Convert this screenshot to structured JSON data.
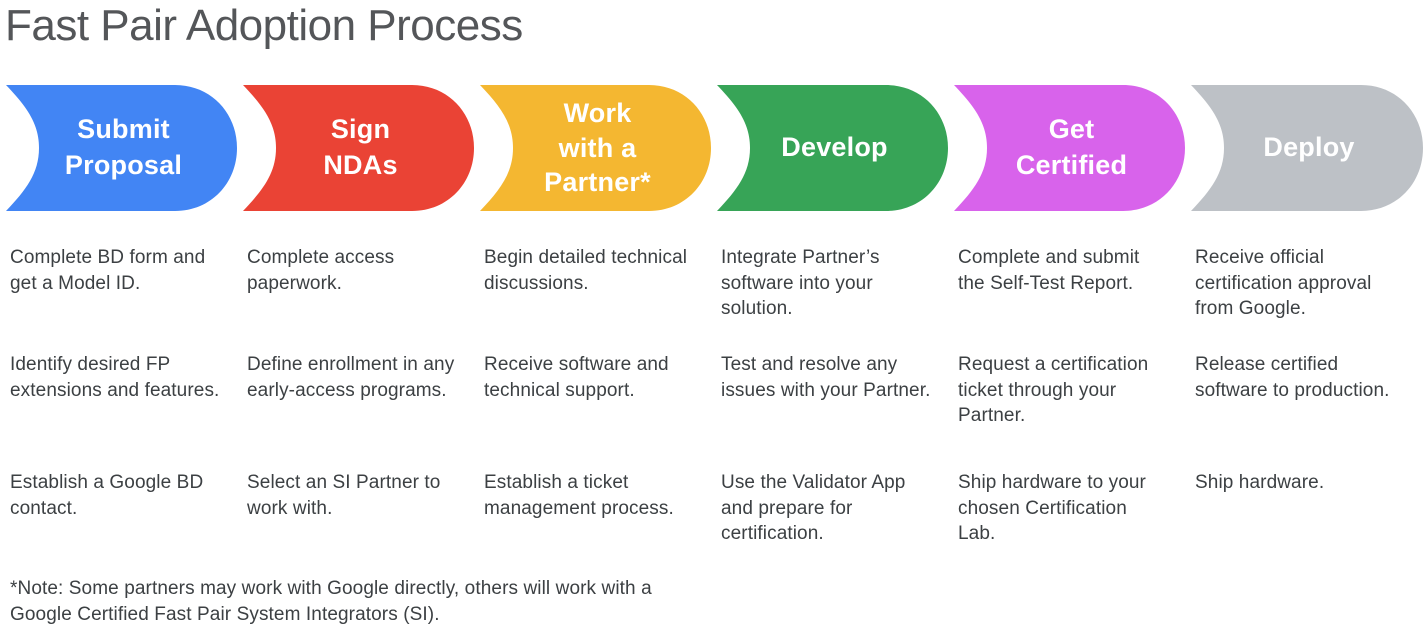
{
  "title": "Fast Pair Adoption Process",
  "stages": [
    {
      "label": "Submit\nProposal",
      "color": "#4285F4",
      "steps": [
        "Complete BD form and get a Model ID.",
        "Identify desired FP extensions and features.",
        "Establish a Google BD contact."
      ]
    },
    {
      "label": "Sign\nNDAs",
      "color": "#EA4335",
      "steps": [
        "Complete access paperwork.",
        "Define enrollment in any early-access programs.",
        "Select an SI Partner to work with."
      ]
    },
    {
      "label": "Work\nwith a\nPartner*",
      "color": "#F4B731",
      "steps": [
        "Begin detailed technical discussions.",
        "Receive software and technical support.",
        "Establish a ticket management process."
      ]
    },
    {
      "label": "Develop",
      "color": "#37A457",
      "steps": [
        "Integrate Partner’s software into your solution.",
        "Test and resolve any issues with your Partner.",
        "Use the Validator App and prepare for certification."
      ]
    },
    {
      "label": "Get\nCertified",
      "color": "#D863EB",
      "steps": [
        "Complete and submit the Self-Test Report.",
        "Request a certification ticket through your Partner.",
        "Ship hardware to your chosen Certification Lab."
      ]
    },
    {
      "label": "Deploy",
      "color": "#BDC1C6",
      "steps": [
        "Receive official certification approval from Google.",
        "Release certified software to production.",
        "Ship hardware."
      ]
    }
  ],
  "note": "*Note: Some partners may work with Google directly, others will work with a\nGoogle Certified Fast Pair System Integrators (SI)."
}
